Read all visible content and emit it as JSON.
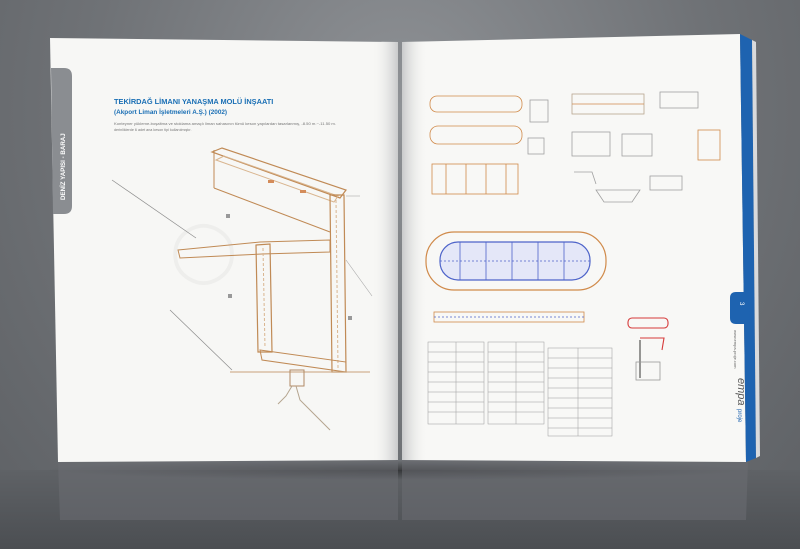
{
  "left_page": {
    "side_tab_label": "DENİZ YAPISI - BARAJ",
    "title": "TEKİRDAĞ LİMANI YANAŞMA MOLÜ İNŞAATI",
    "subtitle": "(Akport Liman İşletmeleri A.Ş.) (2002)",
    "description_line1": "Konteyner yükleme-boşaltma ve stoklama amaçlı liman sahasının tümü keson yapılardan tasarlanmış, -8.50 m.~-11.50 m.",
    "description_line2": "derinliklerde 6 adet ana keson tipi kullanılmıştır."
  },
  "right_page": {
    "page_number": "3",
    "website": "www.empa-proje.com",
    "logo_text": "empa",
    "logo_suffix": "proje"
  },
  "colors": {
    "title_blue": "#1a6fb5",
    "tab_grey": "#8a8d91",
    "edge_blue": "#1e63b0",
    "drawing_orange": "#d08a4a",
    "drawing_blue": "#4d63c9",
    "drawing_red": "#d63a3a"
  }
}
